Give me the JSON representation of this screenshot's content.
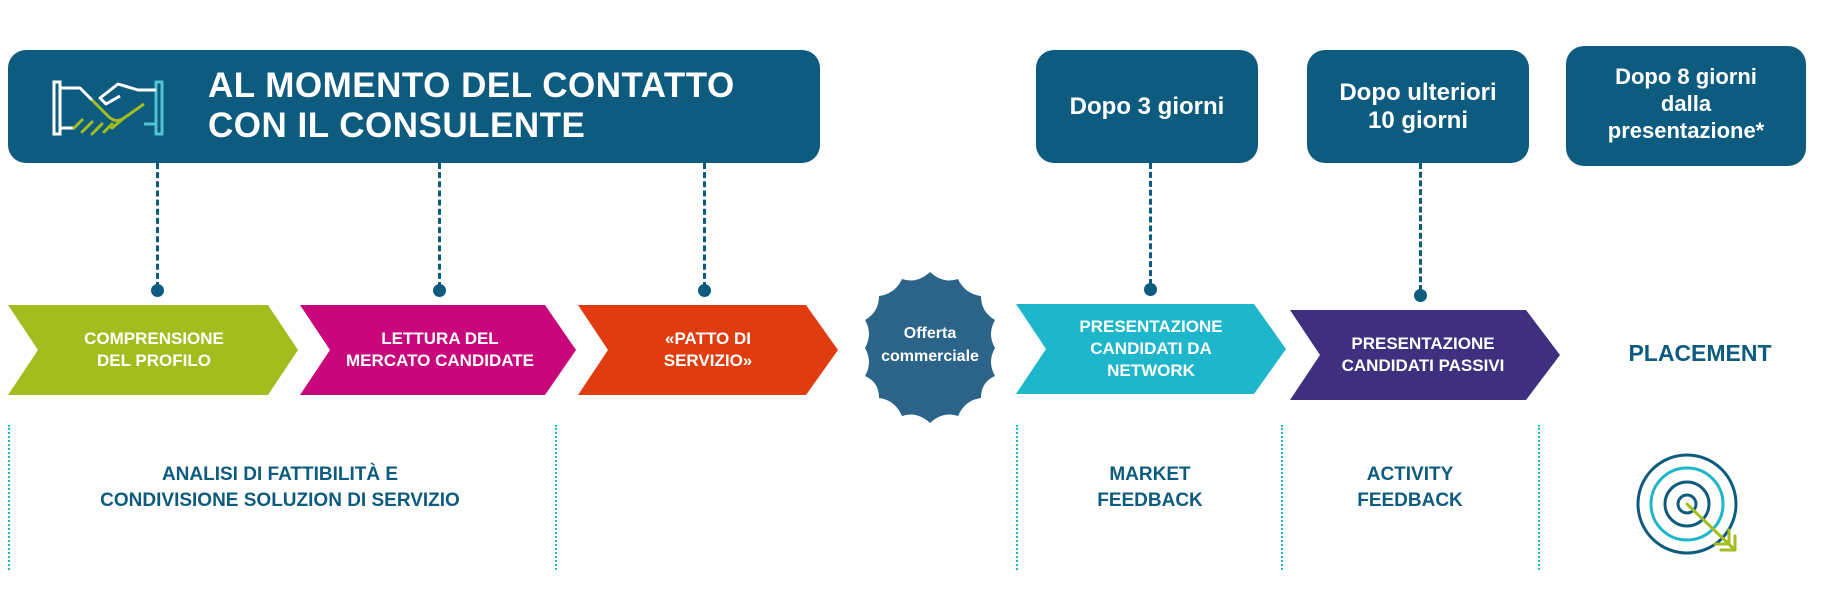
{
  "header": {
    "main_title_lines": [
      "AL MOMENTO DEL CONTATTO",
      "CON IL CONSULENTE"
    ],
    "box_3_days": "Dopo 3 giorni",
    "box_10_days_lines": [
      "Dopo ulteriori",
      "10 giorni"
    ],
    "box_8_days_lines": [
      "Dopo 8 giorni",
      "dalla",
      "presentazione*"
    ]
  },
  "steps": [
    {
      "lines": [
        "COMPRENSIONE",
        "DEL PROFILO"
      ],
      "color": "#a3bd1f"
    },
    {
      "lines": [
        "LETTURA DEL",
        "MERCATO CANDIDATE"
      ],
      "color": "#c8077d"
    },
    {
      "lines": [
        "«PATTO DI",
        "SERVIZIO»"
      ],
      "color": "#e03c0f"
    },
    {
      "lines": [
        "Offerta",
        "commerciale"
      ],
      "color": "#2b6488"
    },
    {
      "lines": [
        "PRESENTAZIONE",
        "CANDIDATI DA",
        "NETWORK"
      ],
      "color": "#1eb6cb"
    },
    {
      "lines": [
        "PRESENTAZIONE",
        "CANDIDATI PASSIVI"
      ],
      "color": "#3f2f7f"
    },
    {
      "lines": [
        "PLACEMENT"
      ],
      "color": "#0e5b80"
    }
  ],
  "bottom": {
    "analisi_lines": [
      "ANALISI DI FATTIBILITÀ E",
      "CONDIVISIONE SOLUZION DI SERVIZIO"
    ],
    "market_lines": [
      "MARKET",
      "FEEDBACK"
    ],
    "activity_lines": [
      "ACTIVITY",
      "FEEDBACK"
    ]
  },
  "colors": {
    "dark_blue": "#0e5b80",
    "lime": "#a3bd1f",
    "magenta": "#c8077d",
    "orange": "#e03c0f",
    "cyan": "#1eb6cb",
    "purple": "#3f2f7f",
    "badge": "#2b6488"
  },
  "icons": [
    "handshake-icon",
    "target-arrow-icon"
  ]
}
